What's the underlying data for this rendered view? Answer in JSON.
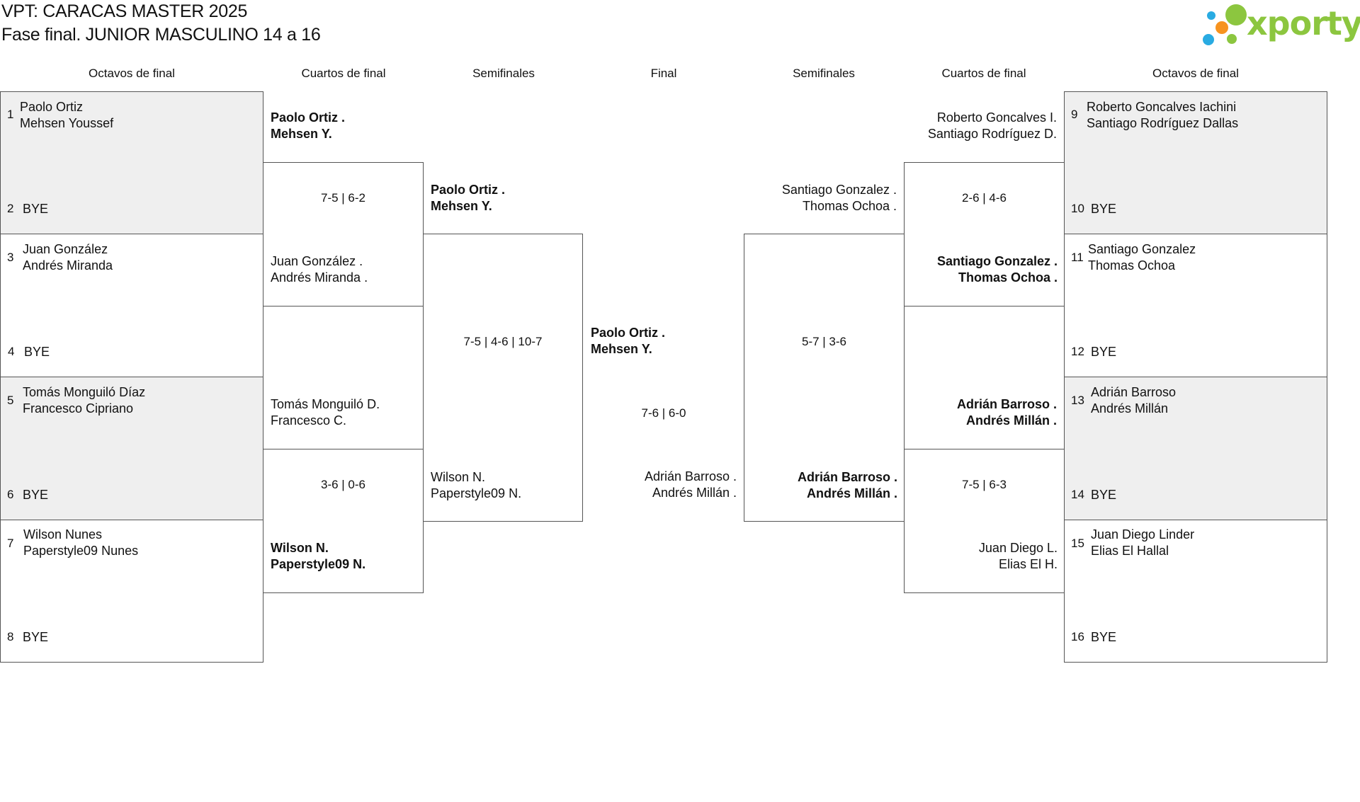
{
  "header": {
    "title": "VPT: CARACAS MASTER 2025",
    "subtitle": "Fase final. JUNIOR MASCULINO 14 a 16",
    "logo_text": "xporty",
    "logo_colors": [
      "#8cc63f",
      "#f7931e",
      "#29abe2"
    ]
  },
  "rounds": {
    "left_r16": "Octavos de final",
    "left_qf": "Cuartos de final",
    "left_sf": "Semifinales",
    "final": "Final",
    "right_sf": "Semifinales",
    "right_qf": "Cuartos de final",
    "right_r16": "Octavos de final"
  },
  "r16": [
    {
      "seed": "1",
      "p1": "Paolo Ortiz",
      "p2": "Mehsen Youssef"
    },
    {
      "seed": "2",
      "p1": "BYE"
    },
    {
      "seed": "3",
      "p1": "Juan González",
      "p2": "Andrés Miranda"
    },
    {
      "seed": "4",
      "p1": "BYE"
    },
    {
      "seed": "5",
      "p1": "Tomás Monguiló Díaz",
      "p2": "Francesco Cipriano"
    },
    {
      "seed": "6",
      "p1": "BYE"
    },
    {
      "seed": "7",
      "p1": "Wilson Nunes",
      "p2": "Paperstyle09 Nunes"
    },
    {
      "seed": "8",
      "p1": "BYE"
    },
    {
      "seed": "9",
      "p1": "Roberto Goncalves Iachini",
      "p2": "Santiago Rodríguez Dallas"
    },
    {
      "seed": "10",
      "p1": "BYE"
    },
    {
      "seed": "11",
      "p1": "Santiago Gonzalez",
      "p2": "Thomas Ochoa"
    },
    {
      "seed": "12",
      "p1": "BYE"
    },
    {
      "seed": "13",
      "p1": "Adrián Barroso",
      "p2": "Andrés Millán"
    },
    {
      "seed": "14",
      "p1": "BYE"
    },
    {
      "seed": "15",
      "p1": "Juan Diego Linder",
      "p2": "Elias El Hallal"
    },
    {
      "seed": "16",
      "p1": "BYE"
    }
  ],
  "left_qf": [
    {
      "p1": "Paolo Ortiz .",
      "p2": "Mehsen Y."
    },
    {
      "p1": "Juan González .",
      "p2": "Andrés Miranda ."
    },
    {
      "p1": "Tomás Monguiló D.",
      "p2": "Francesco C."
    },
    {
      "p1": "Wilson N.",
      "p2": "Paperstyle09 N."
    }
  ],
  "left_qf_scores": [
    "7-5 | 6-2",
    "3-6 | 0-6"
  ],
  "left_sf": [
    {
      "p1": "Paolo Ortiz .",
      "p2": "Mehsen Y."
    },
    {
      "p1": "Wilson N.",
      "p2": "Paperstyle09 N."
    }
  ],
  "left_sf_score": "7-5 | 4-6 | 10-7",
  "final": {
    "top": {
      "p1": "Paolo Ortiz .",
      "p2": "Mehsen Y."
    },
    "score": "7-6 | 6-0",
    "bottom": {
      "p1": "Adrián Barroso .",
      "p2": "Andrés Millán ."
    }
  },
  "right_sf": [
    {
      "p1": "Santiago Gonzalez .",
      "p2": "Thomas Ochoa ."
    },
    {
      "p1": "Adrián Barroso .",
      "p2": "Andrés Millán ."
    }
  ],
  "right_sf_score": "5-7 | 3-6",
  "right_qf": [
    {
      "p1": "Roberto Goncalves I.",
      "p2": "Santiago Rodríguez D."
    },
    {
      "p1": "Santiago Gonzalez .",
      "p2": "Thomas Ochoa ."
    },
    {
      "p1": "Adrián Barroso .",
      "p2": "Andrés Millán ."
    },
    {
      "p1": "Juan Diego L.",
      "p2": "Elias El H."
    }
  ],
  "right_qf_scores": [
    "2-6 | 4-6",
    "7-5 | 6-3"
  ]
}
